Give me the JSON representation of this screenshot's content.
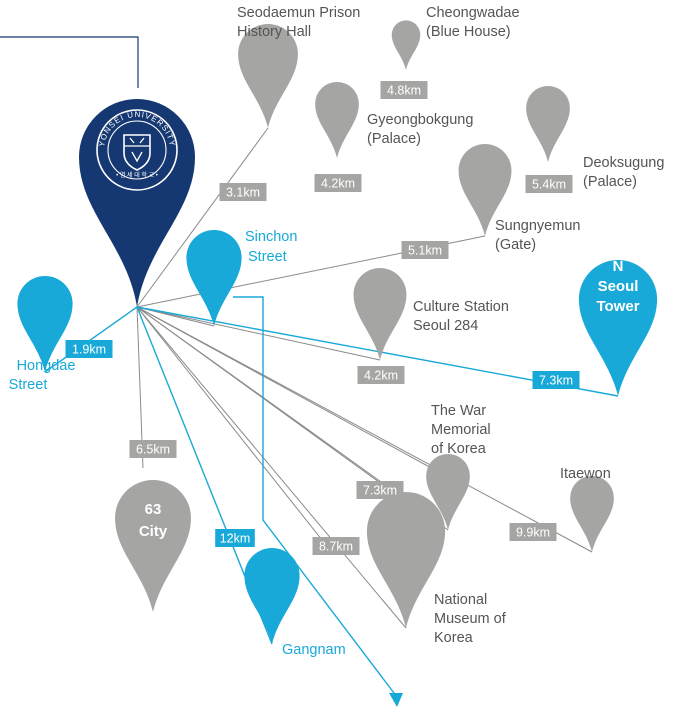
{
  "origin": {
    "name": "Yonsei University",
    "seal_text": "YONSEI UNIVERSITY"
  },
  "colors": {
    "gray": "#a5a5a3",
    "blue": "#19a9d8",
    "navy": "#163872",
    "label_gray": "#555555"
  },
  "destinations": [
    {
      "id": "seodaemun",
      "label": [
        "Seodaemun Prison",
        "History Hall"
      ],
      "distance": "3.1km",
      "color": "gray"
    },
    {
      "id": "cheongwadae",
      "label": [
        "Cheongwadae",
        "(Blue House)"
      ],
      "distance": "4.8km",
      "color": "gray"
    },
    {
      "id": "gyeongbokgung",
      "label": [
        "Gyeongbokgung",
        "(Palace)"
      ],
      "distance": "4.2km",
      "color": "gray"
    },
    {
      "id": "deoksugung",
      "label": [
        "Deoksugung",
        "(Palace)"
      ],
      "distance": "5.4km",
      "color": "gray"
    },
    {
      "id": "sungnyemun",
      "label": [
        "Sungnyemun",
        "(Gate)"
      ],
      "distance": "5.1km",
      "color": "gray"
    },
    {
      "id": "sinchon",
      "label": [
        "Sinchon",
        "Street"
      ],
      "distance": "",
      "color": "blue"
    },
    {
      "id": "n-seoul-tower",
      "label": [
        "N",
        "Seoul",
        "Tower"
      ],
      "distance": "7.3km",
      "color": "blue"
    },
    {
      "id": "culture-station",
      "label": [
        "Culture Station",
        "Seoul 284"
      ],
      "distance": "4.2km",
      "color": "gray"
    },
    {
      "id": "hongdae",
      "label": [
        "Hongdae",
        "Street"
      ],
      "distance": "1.9km",
      "color": "blue"
    },
    {
      "id": "war-memorial",
      "label": [
        "The War",
        "Memorial",
        "of Korea"
      ],
      "distance": "7.3km",
      "color": "gray"
    },
    {
      "id": "itaewon",
      "label": [
        "Itaewon"
      ],
      "distance": "9.9km",
      "color": "gray"
    },
    {
      "id": "63-city",
      "label": [
        "63",
        "City"
      ],
      "distance": "6.5km",
      "color": "gray"
    },
    {
      "id": "gangnam",
      "label": [
        "Gangnam"
      ],
      "distance": "12km",
      "color": "blue"
    },
    {
      "id": "national-museum",
      "label": [
        "National",
        "Museum of",
        "Korea"
      ],
      "distance": "8.7km",
      "color": "gray"
    }
  ]
}
